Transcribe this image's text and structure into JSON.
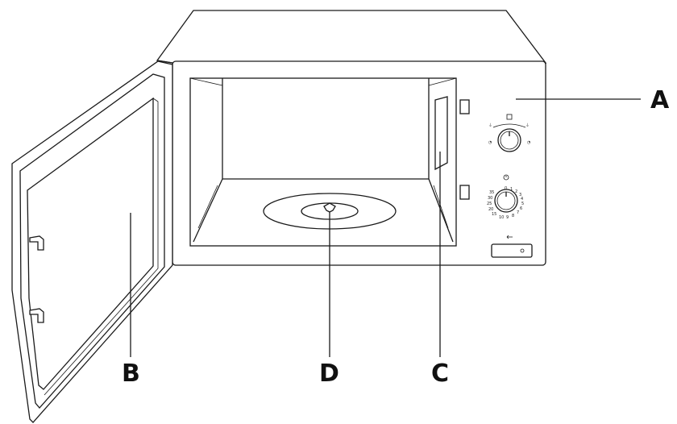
{
  "labels": {
    "a": "A",
    "b": "B",
    "c": "C",
    "d": "D"
  },
  "timer_scale": [
    "0",
    "1",
    "2",
    "3",
    "4",
    "5",
    "6",
    "7",
    "8",
    "9",
    "10",
    "15",
    "20",
    "25",
    "30",
    "35"
  ],
  "power_symbols": [
    "microwave-power-icon",
    "grill-icon",
    "combi-icon",
    "defrost-icon"
  ],
  "door_release_symbol": "door-open-icon"
}
